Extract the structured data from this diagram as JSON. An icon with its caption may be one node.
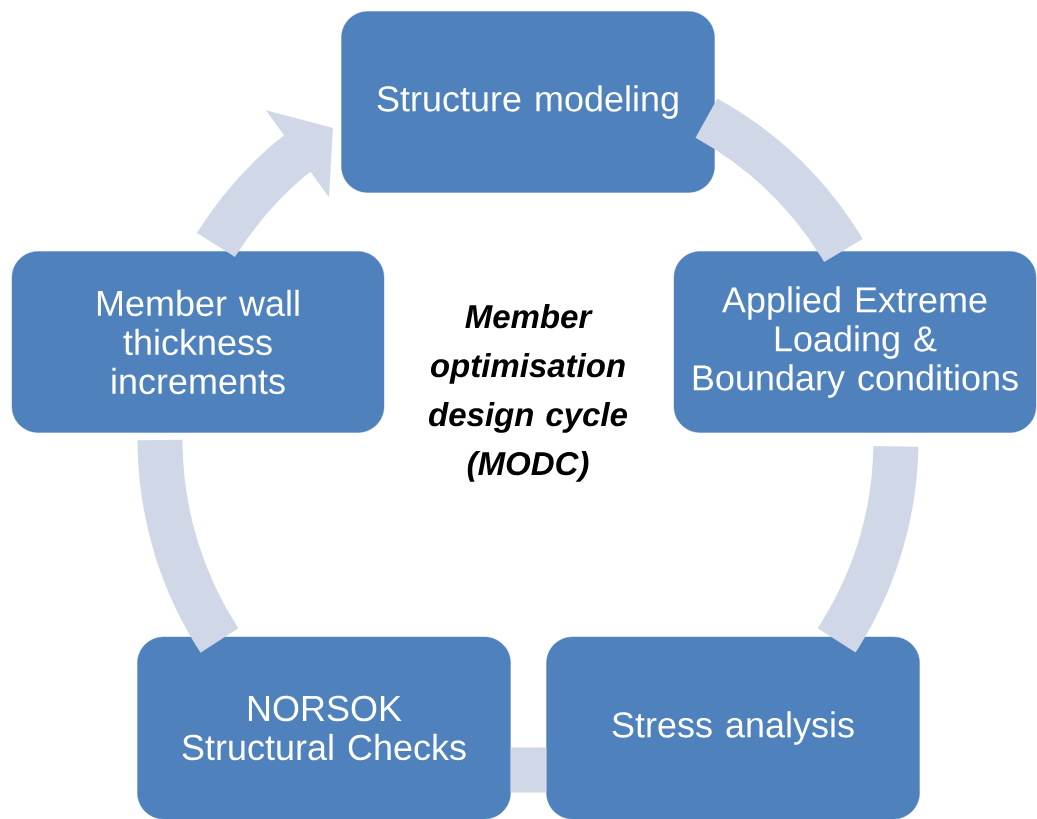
{
  "diagram": {
    "nodes": [
      {
        "text": [
          "Structure modeling"
        ]
      },
      {
        "text": [
          "Applied Extreme Loading & Boundary conditions"
        ]
      },
      {
        "text": [
          "Stress analysis"
        ]
      },
      {
        "text": [
          "NORSOK Structural Checks"
        ]
      },
      {
        "text": [
          "Member wall thickness increments"
        ]
      }
    ],
    "edges": [
      {
        "from": 0,
        "to": 1,
        "arrow": "none"
      },
      {
        "from": 1,
        "to": 2,
        "arrow": "none"
      },
      {
        "from": 2,
        "to": 3,
        "arrow": "none"
      },
      {
        "from": 3,
        "to": 4,
        "arrow": "none"
      },
      {
        "from": 4,
        "to": 0,
        "arrow": "to"
      }
    ],
    "labels": [
      "Member optimisation design cycle (MODC)"
    ]
  }
}
